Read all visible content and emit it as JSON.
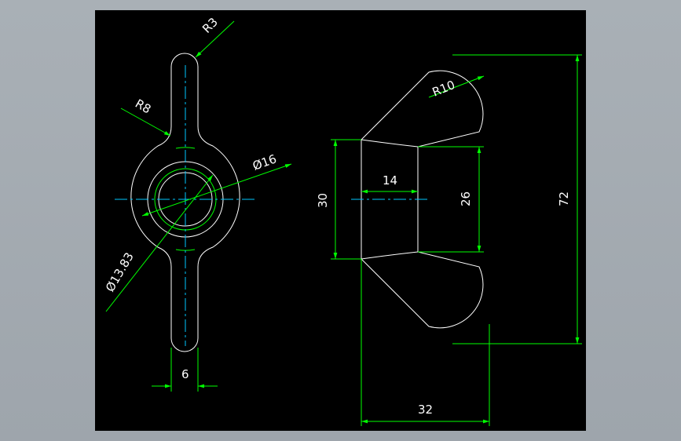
{
  "colors": {
    "background": "#a9b0b6",
    "canvas": "#000000",
    "geometry": "#ffffff",
    "dimension": "#00ff00",
    "centerline": "#00c8ff",
    "text": "#ffffff"
  },
  "dimensions": {
    "r3": "R3",
    "r8": "R8",
    "dia16": "Ø16",
    "dia13_83": "Ø13.83",
    "width6": "6",
    "r10": "R10",
    "len14": "14",
    "h30": "30",
    "h26": "26",
    "h72": "72",
    "w32": "32"
  }
}
